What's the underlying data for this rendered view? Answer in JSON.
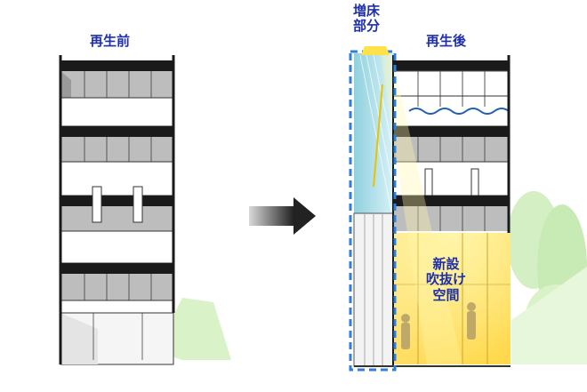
{
  "labels": {
    "before": "再生前",
    "after": "再生後",
    "added_floor_line1": "増床",
    "added_floor_line2": "部分",
    "new_void_line1": "新設",
    "new_void_line2": "吹抜け",
    "new_void_line3": "空間"
  },
  "colors": {
    "label_text": "#1e2fa8",
    "floor_slab": "#1a1a1a",
    "ceiling_fill": "#bdbdbd",
    "glass_facade": "#a6dbe6",
    "new_void_fill": "#ffe066",
    "added_floor_outline": "#2f7ed8",
    "arrow_gradient_dark": "#222222",
    "arrow_gradient_light": "#d9d9d9",
    "greenery": "#cfeec0"
  }
}
